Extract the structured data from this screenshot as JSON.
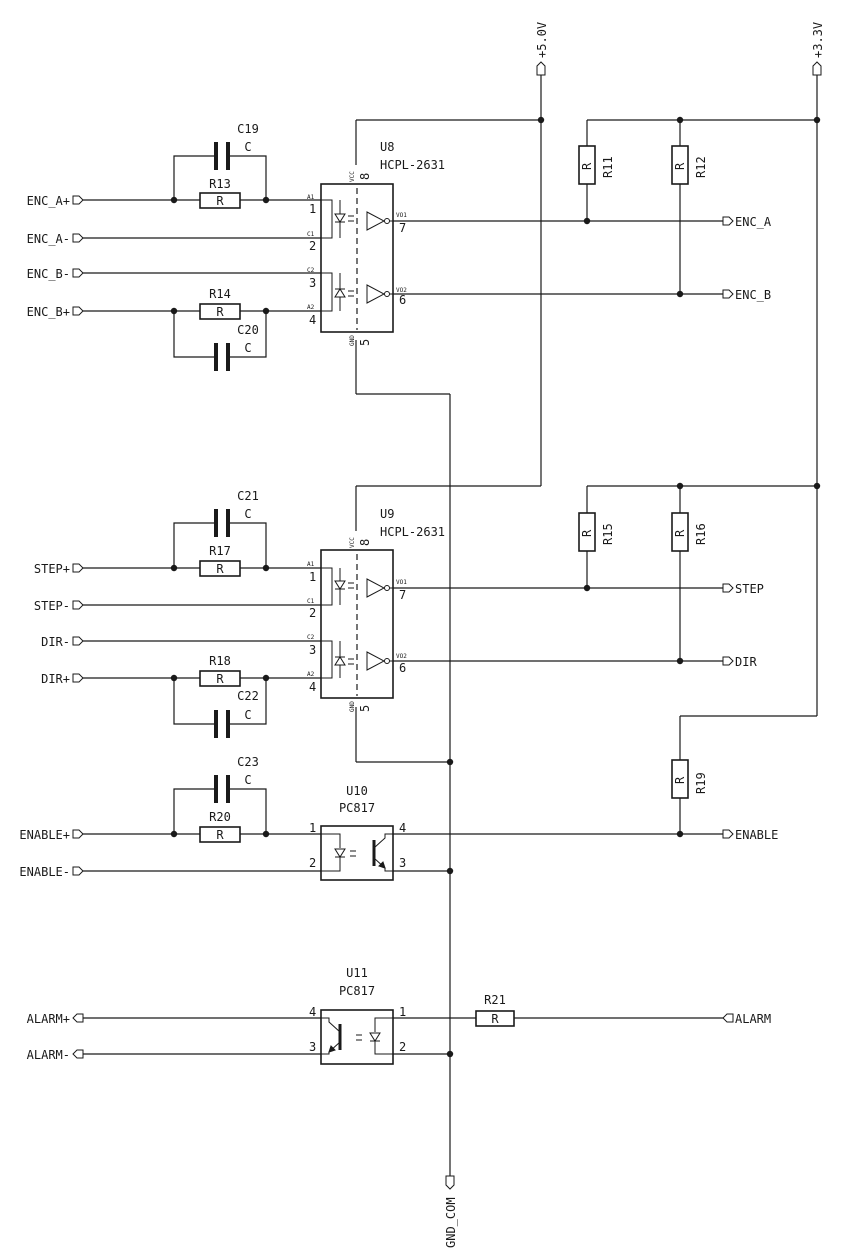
{
  "nets": {
    "enc_a_plus": "ENC_A+",
    "enc_a_minus": "ENC_A-",
    "enc_b_minus": "ENC_B-",
    "enc_b_plus": "ENC_B+",
    "step_plus": "STEP+",
    "step_minus": "STEP-",
    "dir_minus": "DIR-",
    "dir_plus": "DIR+",
    "enable_plus": "ENABLE+",
    "enable_minus": "ENABLE-",
    "alarm_plus": "ALARM+",
    "alarm_minus": "ALARM-",
    "enc_a": "ENC_A",
    "enc_b": "ENC_B",
    "step": "STEP",
    "dir": "DIR",
    "enable": "ENABLE",
    "alarm": "ALARM",
    "v5": "+5.0V",
    "v33": "+3.3V",
    "gnd_com": "GND_COM"
  },
  "ics": {
    "u8": {
      "ref": "U8",
      "value": "HCPL-2631"
    },
    "u9": {
      "ref": "U9",
      "value": "HCPL-2631"
    },
    "u10": {
      "ref": "U10",
      "value": "PC817"
    },
    "u11": {
      "ref": "U11",
      "value": "PC817"
    }
  },
  "resistors": {
    "r11": {
      "ref": "R11",
      "value": "R"
    },
    "r12": {
      "ref": "R12",
      "value": "R"
    },
    "r13": {
      "ref": "R13",
      "value": "R"
    },
    "r14": {
      "ref": "R14",
      "value": "R"
    },
    "r15": {
      "ref": "R15",
      "value": "R"
    },
    "r16": {
      "ref": "R16",
      "value": "R"
    },
    "r17": {
      "ref": "R17",
      "value": "R"
    },
    "r18": {
      "ref": "R18",
      "value": "R"
    },
    "r19": {
      "ref": "R19",
      "value": "R"
    },
    "r20": {
      "ref": "R20",
      "value": "R"
    },
    "r21": {
      "ref": "R21",
      "value": "R"
    }
  },
  "capacitors": {
    "c19": {
      "ref": "C19",
      "value": "C"
    },
    "c20": {
      "ref": "C20",
      "value": "C"
    },
    "c21": {
      "ref": "C21",
      "value": "C"
    },
    "c22": {
      "ref": "C22",
      "value": "C"
    },
    "c23": {
      "ref": "C23",
      "value": "C"
    }
  },
  "pins": {
    "hcpl": {
      "p1": "1",
      "p2": "2",
      "p3": "3",
      "p4": "4",
      "p5": "5",
      "p6": "6",
      "p7": "7",
      "p8": "8",
      "a1": "A1",
      "c1": "C1",
      "c2": "C2",
      "a2": "A2",
      "vo1": "VO1",
      "vo2": "VO2",
      "vcc": "VCC",
      "gnd": "GND"
    },
    "pc817": {
      "p1": "1",
      "p2": "2",
      "p3": "3",
      "p4": "4"
    }
  }
}
